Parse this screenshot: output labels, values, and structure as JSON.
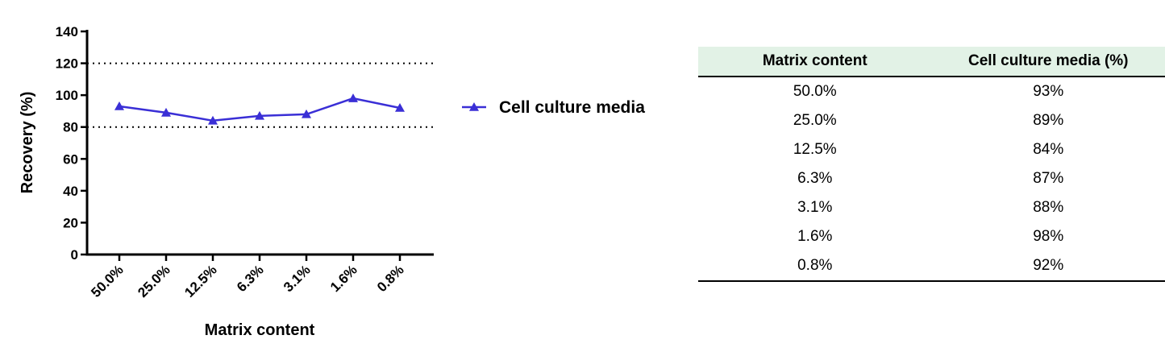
{
  "chart_data": {
    "type": "line",
    "categories": [
      "50.0%",
      "25.0%",
      "12.5%",
      "6.3%",
      "3.1%",
      "1.6%",
      "0.8%"
    ],
    "series": [
      {
        "name": "Cell culture media",
        "values": [
          93,
          89,
          84,
          87,
          88,
          98,
          92
        ],
        "color": "#3a2fd6",
        "marker": "triangle"
      }
    ],
    "xlabel": "Matrix content",
    "ylabel": "Recovery (%)",
    "ylim": [
      0,
      140
    ],
    "yticks": [
      0,
      20,
      40,
      60,
      80,
      100,
      120,
      140
    ],
    "reference_lines": [
      80,
      120
    ],
    "legend_position": "right",
    "grid": false
  },
  "table": {
    "headers": [
      "Matrix content",
      "Cell culture media (%)"
    ],
    "rows": [
      [
        "50.0%",
        "93%"
      ],
      [
        "25.0%",
        "89%"
      ],
      [
        "12.5%",
        "84%"
      ],
      [
        "6.3%",
        "87%"
      ],
      [
        "3.1%",
        "88%"
      ],
      [
        "1.6%",
        "98%"
      ],
      [
        "0.8%",
        "92%"
      ]
    ],
    "header_color": "#e2f2e6"
  }
}
